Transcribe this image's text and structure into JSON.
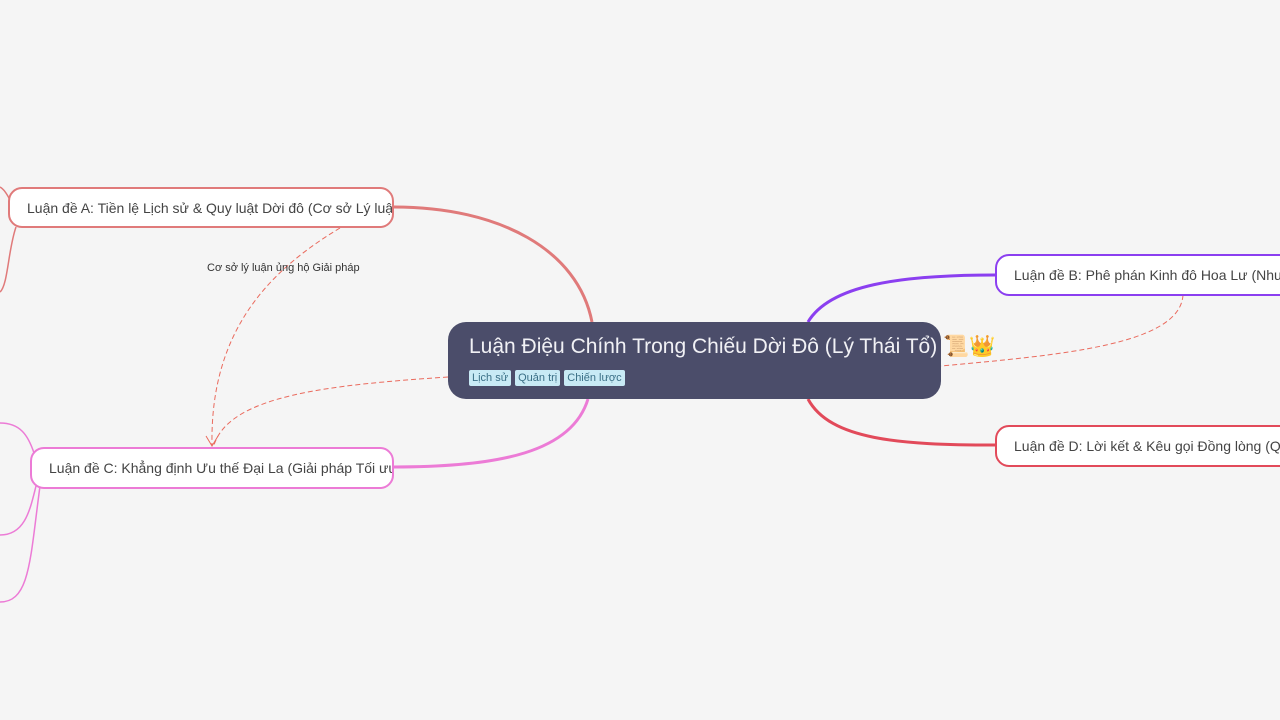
{
  "central": {
    "title": "Luận Điệu Chính Trong Chiếu Dời Đô (Lý Thái Tổ) 📜👑",
    "tags": [
      "Lịch sử",
      "Quản trị",
      "Chiến lược"
    ]
  },
  "branches": [
    {
      "label": "Luận đề A: Tiền lệ Lịch sử & Quy luật Dời đô (Cơ sở Lý luận)",
      "color": "#e07a7a"
    },
    {
      "label": "Luận đề B: Phê phán Kinh đô Hoa Lư (Nhu cầu",
      "color": "#8b3ff0"
    },
    {
      "label": "Luận đề C: Khẳng định Ưu thế Đại La (Giải pháp Tối ưu)",
      "color": "#ec7bd6"
    },
    {
      "label": "Luận đề D: Lời kết & Kêu gọi Đồng lòng (Quyết",
      "color": "#e24a5a"
    }
  ],
  "relationship": {
    "label": "Cơ sở lý luận ủng hộ Giải pháp",
    "color": "#ea6b5e"
  },
  "colors": {
    "background": "#f5f5f5",
    "central": "#4b4d6a"
  }
}
